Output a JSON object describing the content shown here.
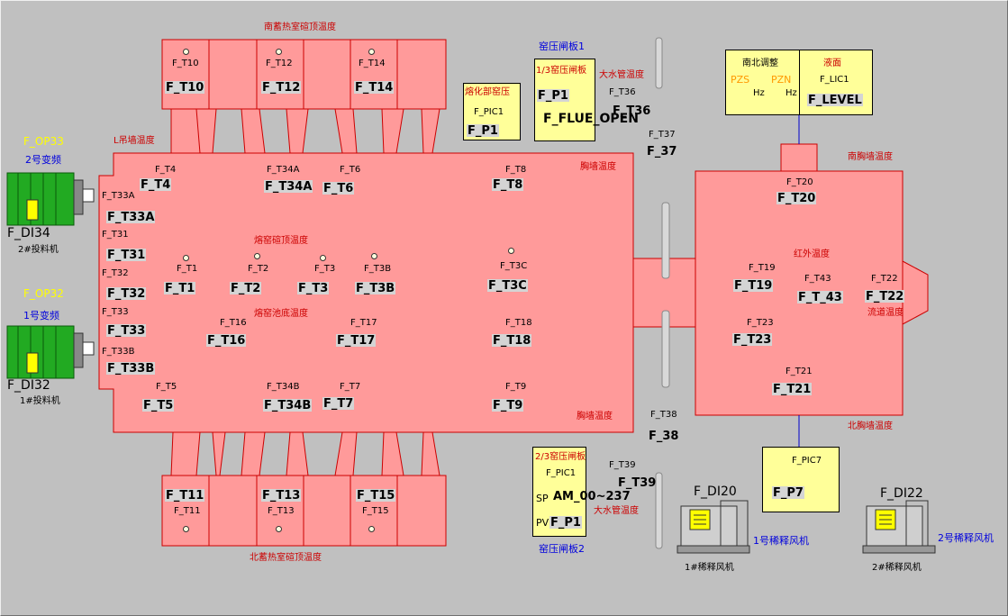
{
  "colors": {
    "furnace_fill": "#ff9a9a",
    "furnace_stroke": "#cc0000",
    "panel": "#ffff99",
    "motor_green": "#22aa22",
    "pipe_blue": "#0000cc"
  },
  "regen_south": {
    "title": "南蓄热室碹顶温度",
    "tags": [
      "F_T10",
      "F_T12",
      "F_T14"
    ],
    "values": [
      "F_T10",
      "F_T12",
      "F_T14"
    ]
  },
  "regen_north": {
    "title": "北蓄热室碹顶温度",
    "tags": [
      "F_T11",
      "F_T13",
      "F_T15"
    ],
    "values": [
      "F_T11",
      "F_T13",
      "F_T15"
    ]
  },
  "melter": {
    "l_wall": "L吊墙温度",
    "crown": "熔窑碹顶温度",
    "bottom": "熔窑池底温度",
    "breast_top": "胸墙温度",
    "breast_bottom": "胸墙温度",
    "points": {
      "t4": {
        "tag": "F_T4",
        "value": "F_T4"
      },
      "t34a": {
        "tag": "F_T34A",
        "value": "F_T34A"
      },
      "t6": {
        "tag": "F_T6",
        "value": "F_T6"
      },
      "t8": {
        "tag": "F_T8",
        "value": "F_T8"
      },
      "t33a": {
        "tag": "F_T33A",
        "value": "F_T33A"
      },
      "t31": {
        "tag": "F_T31",
        "value": "F_T31"
      },
      "t32": {
        "tag": "F_T32",
        "value": "F_T32"
      },
      "t33": {
        "tag": "F_T33",
        "value": "F_T33"
      },
      "t33b": {
        "tag": "F_T33B",
        "value": "F_T33B"
      },
      "t1": {
        "tag": "F_T1",
        "value": "F_T1"
      },
      "t2": {
        "tag": "F_T2",
        "value": "F_T2"
      },
      "t3": {
        "tag": "F_T3",
        "value": "F_T3"
      },
      "t3b": {
        "tag": "F_T3B",
        "value": "F_T3B"
      },
      "t3c": {
        "tag": "F_T3C",
        "value": "F_T3C"
      },
      "t16": {
        "tag": "F_T16",
        "value": "F_T16"
      },
      "t17": {
        "tag": "F_T17",
        "value": "F_T17"
      },
      "t18": {
        "tag": "F_T18",
        "value": "F_T18"
      },
      "t5": {
        "tag": "F_T5",
        "value": "F_T5"
      },
      "t34b": {
        "tag": "F_T34B",
        "value": "F_T34B"
      },
      "t7": {
        "tag": "F_T7",
        "value": "F_T7"
      },
      "t9": {
        "tag": "F_T9",
        "value": "F_T9"
      }
    }
  },
  "chargers": {
    "c2": {
      "freq_tag": "F_OP33",
      "vfd": "2号变频",
      "di": "F_DI34",
      "name": "2#投料机"
    },
    "c1": {
      "freq_tag": "F_OP32",
      "vfd": "1号变频",
      "di": "F_DI32",
      "name": "1#投料机"
    }
  },
  "melt_pressure": {
    "title": "熔化部窑压",
    "tag": "F_PIC1",
    "value": "F_P1"
  },
  "damper1": {
    "group": "窑压闸板1",
    "title": "1/3窑压闸板",
    "value": "F_P1",
    "open": "F_FLUE_OPEN",
    "pipe": "大水管温度",
    "t36_tag": "F_T36",
    "t36": "F_T36"
  },
  "t37": {
    "tag": "F_T37",
    "value": "F_37"
  },
  "t38": {
    "tag": "F_T38",
    "value": "F_38"
  },
  "damper2": {
    "group": "窑压闸板2",
    "title": "2/3窑压闸板",
    "tag": "F_PIC1",
    "sp_label": "SP",
    "sp": "AM_00~237",
    "pv_label": "PV",
    "pv": "F_P1",
    "pipe": "大水管温度",
    "t39_tag": "F_T39",
    "t39": "F_T39"
  },
  "adjust": {
    "title": "南北调整",
    "pzs": "PZS",
    "pzn": "PZN",
    "hz1": "Hz",
    "hz2": "Hz"
  },
  "level": {
    "title": "液面",
    "tag": "F_LIC1",
    "value": "F_LEVEL"
  },
  "refiner": {
    "south_wall": "南胸墙温度",
    "north_wall": "北胸墙温度",
    "ir": "红外温度",
    "throat": "流道温度",
    "points": {
      "t20": {
        "tag": "F_T20",
        "value": "F_T20"
      },
      "t19": {
        "tag": "F_T19",
        "value": "F_T19"
      },
      "t43": {
        "tag": "F_T43",
        "value": "F_T_43"
      },
      "t22": {
        "tag": "F_T22",
        "value": "F_T22"
      },
      "t23": {
        "tag": "F_T23",
        "value": "F_T23"
      },
      "t21": {
        "tag": "F_T21",
        "value": "F_T21"
      }
    }
  },
  "pic7": {
    "tag": "F_PIC7",
    "value": "F_P7"
  },
  "fans": {
    "f1": {
      "di": "F_DI20",
      "label": "1号稀释风机",
      "name": "1#稀释风机"
    },
    "f2": {
      "di": "F_DI22",
      "label": "2号稀释风机",
      "name": "2#稀释风机"
    }
  }
}
